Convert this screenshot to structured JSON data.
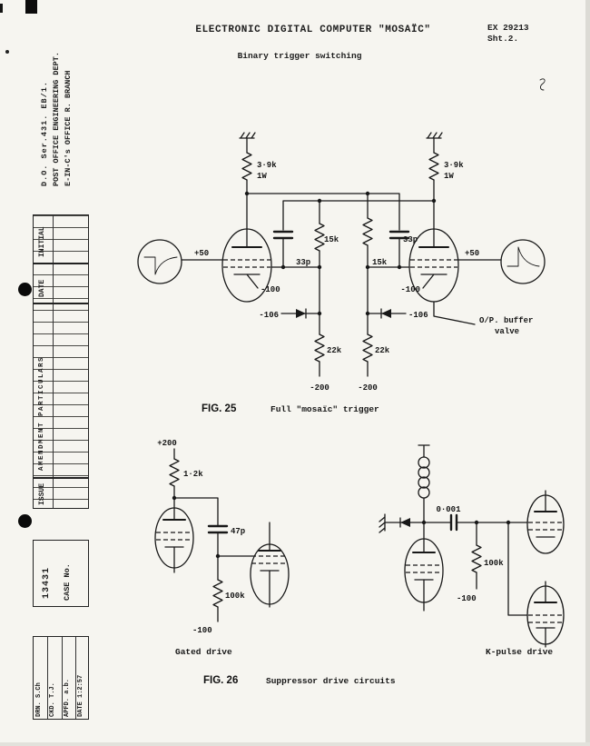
{
  "header": {
    "title": "ELECTRONIC DIGITAL COMPUTER \"MOSAÏC\"",
    "subtitle": "Binary trigger switching",
    "ref": "EX 29213",
    "sheet": "Sht.2."
  },
  "sidebar": {
    "serial": "D.O. Ser.431.  EB/1.",
    "dept": "POST OFFICE ENGINEERING DEPT.",
    "office": "E-IN-C's OFFICE  R. BRANCH",
    "table": {
      "col_initial": "INITIAL",
      "col_date": "DATE",
      "col_particulars": "AMENDMENT PARTICULARS",
      "col_issue": "ISSUE"
    },
    "case_label": "CASE No.",
    "case_number": "13431",
    "approvals": {
      "drn": "DRN. S.Ch",
      "ckd": "CKD. T.J.",
      "apfd": "APFD. a.b.",
      "date": "DATE 1:2:57"
    }
  },
  "fig25": {
    "anode_resistor": "3·9k",
    "anode_resistor_rating": "1W",
    "coupling_capacitor": "33p",
    "coupling_resistor": "15k",
    "grid_supply": "+50",
    "cathode_supply": "-100",
    "clamp_supply": "-106",
    "tail_resistor": "22k",
    "negative_rail": "-200",
    "buffer_note_line1": "O/P. buffer",
    "buffer_note_line2": "valve",
    "caption_number": "FIG. 25",
    "caption_text": "Full \"mosaïc\" trigger"
  },
  "fig26": {
    "supply": "+200",
    "anode_resistor": "1·2k",
    "coupling_capacitor": "47p",
    "grid_resistor": "100k",
    "grid_supply": "-100",
    "gated_caption": "Gated drive",
    "kpulse_capacitor": "0·001",
    "kpulse_resistor": "100k",
    "kpulse_supply": "-100",
    "kpulse_caption": "K-pulse drive",
    "caption_number": "FIG. 26",
    "caption_text": "Suppressor drive circuits"
  }
}
